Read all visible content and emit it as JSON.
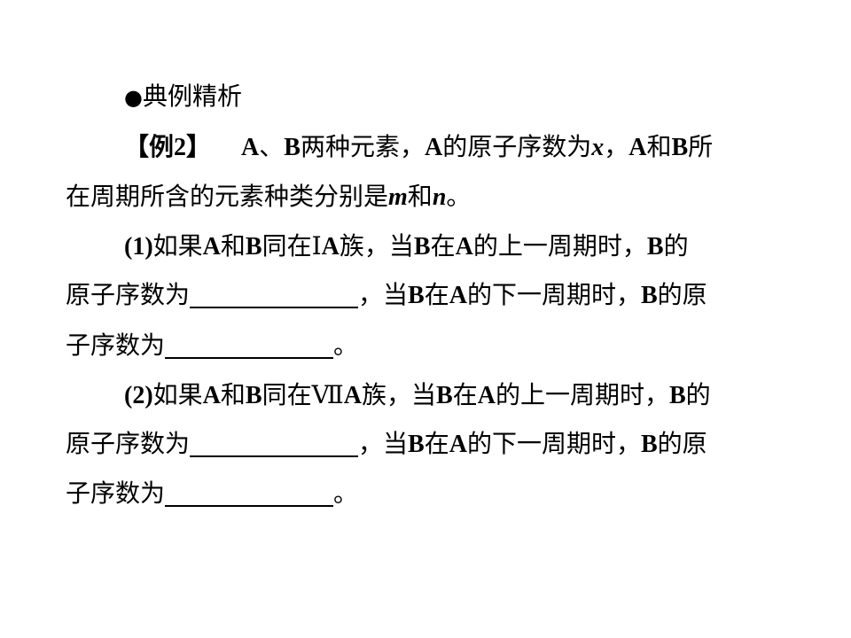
{
  "heading": {
    "bullet": "●",
    "text": "典例精析"
  },
  "example": {
    "label": "【例2】",
    "line1": {
      "t1": "A",
      "t2": "、",
      "t3": "B",
      "t4": "两种元素，",
      "t5": "A",
      "t6": "的原子序数为",
      "t7": "x",
      "t8": "，",
      "t9": "A",
      "t10": "和",
      "t11": "B",
      "t12": "所"
    },
    "line2": {
      "t1": "在周期所含的元素种类分别是",
      "t2": "m",
      "t3": "和",
      "t4": "n",
      "t5": "。"
    }
  },
  "q1": {
    "line1": {
      "t1": "(1)",
      "t2": "如果",
      "t3": "A",
      "t4": "和",
      "t5": "B",
      "t6": "同在Ⅰ",
      "t7": "A",
      "t8": "族，当",
      "t9": "B",
      "t10": "在",
      "t11": "A",
      "t12": "的上一周期时，",
      "t13": "B",
      "t14": "的"
    },
    "line2": {
      "t1": "原子序数为",
      "t2": "，当",
      "t3": "B",
      "t4": "在",
      "t5": "A",
      "t6": "的下一周期时，",
      "t7": "B",
      "t8": "的原"
    },
    "line3": {
      "t1": "子序数为",
      "t2": "。"
    }
  },
  "q2": {
    "line1": {
      "t1": "(2)",
      "t2": "如果",
      "t3": "A",
      "t4": "和",
      "t5": "B",
      "t6": "同在Ⅶ",
      "t7": "A",
      "t8": "族，当",
      "t9": "B",
      "t10": "在",
      "t11": "A",
      "t12": "的上一周期时，",
      "t13": "B",
      "t14": "的"
    },
    "line2": {
      "t1": "原子序数为",
      "t2": "，当",
      "t3": "B",
      "t4": "在",
      "t5": "A",
      "t6": "的下一周期时，",
      "t7": "B",
      "t8": "的原"
    },
    "line3": {
      "t1": "子序数为",
      "t2": "。"
    }
  }
}
